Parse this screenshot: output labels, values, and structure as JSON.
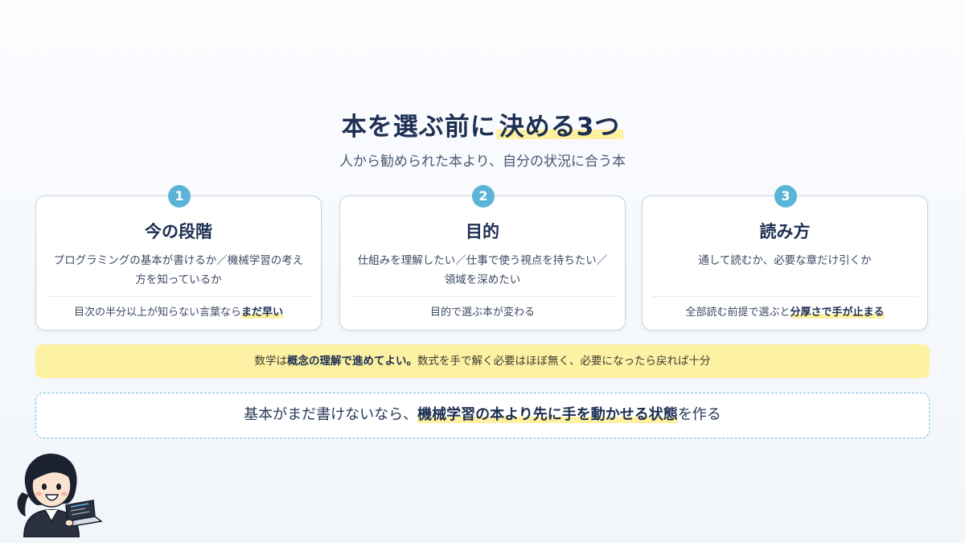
{
  "header": {
    "title_main": "本を選ぶ前に",
    "title_highlight": "決める3つ",
    "subtitle": "人から勧められた本より、自分の状況に合う本"
  },
  "cards": [
    {
      "number": "1",
      "title": "今の段階",
      "description": "プログラミングの基本が書けるか／機械学習の考え方を知っているか",
      "note_prefix": "目次の半分以上が知らない言葉なら",
      "note_emphasis": "まだ早い",
      "note_suffix": ""
    },
    {
      "number": "2",
      "title": "目的",
      "description": "仕組みを理解したい／仕事で使う視点を持ちたい／領域を深めたい",
      "note_prefix": "目的で選ぶ本が変わる",
      "note_emphasis": "",
      "note_suffix": ""
    },
    {
      "number": "3",
      "title": "読み方",
      "description": "通して読むか、必要な章だけ引くか",
      "note_prefix": "全部読む前提で選ぶと",
      "note_emphasis": "分厚さで手が止まる",
      "note_suffix": ""
    }
  ],
  "math_note": {
    "prefix": "数学は",
    "emphasis": "概念の理解で進めてよい。",
    "suffix": "数式を手で解く必要はほぼ無く、必要になったら戻れば十分"
  },
  "bottom_message": {
    "prefix": "基本がまだ書けないなら、",
    "emphasis": "機械学習の本より先に手を動かせる状態",
    "suffix": "を作る"
  },
  "colors": {
    "accent_blue": "#5bb4d8",
    "highlight_yellow": "#fdf2a3",
    "navy_text": "#1d2f52"
  },
  "icons": {
    "mascot": "woman-with-laptop-illustration"
  }
}
